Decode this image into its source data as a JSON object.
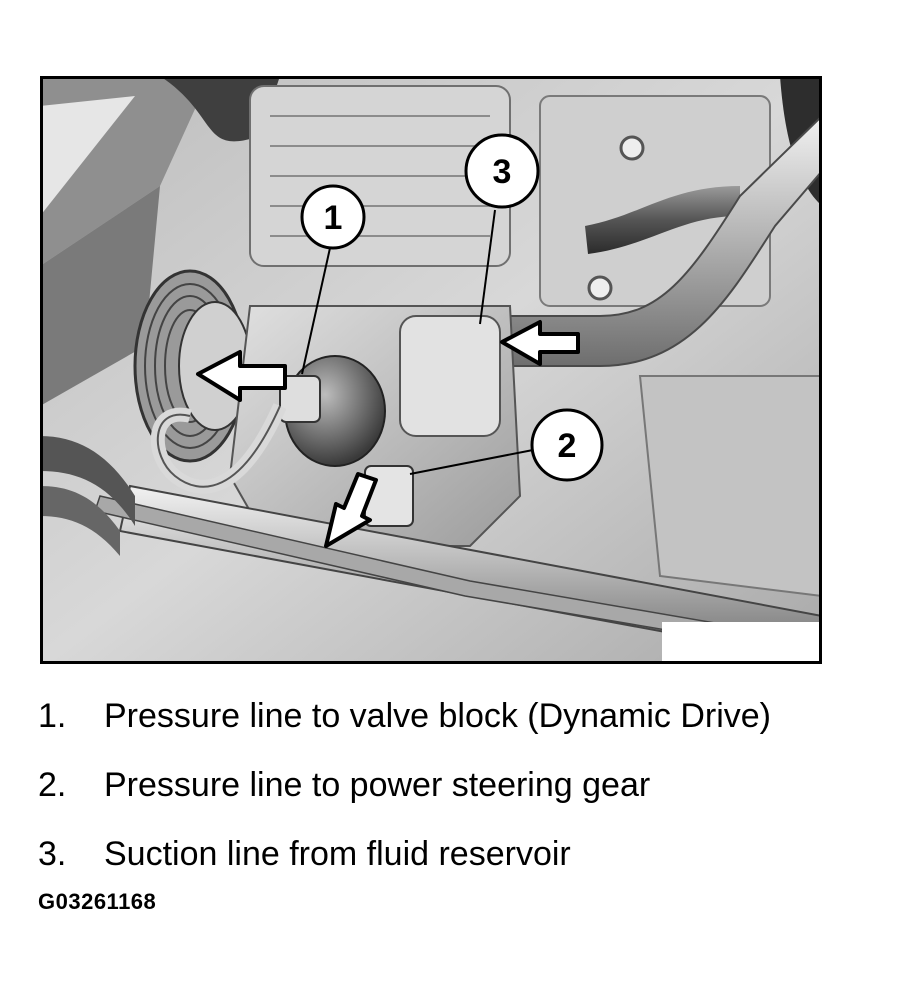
{
  "callouts": [
    {
      "number": "1",
      "description": "Pressure line to valve block (Dynamic Drive)"
    },
    {
      "number": "2",
      "description": "Pressure line to power steering gear"
    },
    {
      "number": "3",
      "description": "Suction line from fluid reservoir"
    }
  ],
  "legend": [
    {
      "num": "1.",
      "text": "Pressure line to valve block (Dynamic Drive)"
    },
    {
      "num": "2.",
      "text": "Pressure line to power steering gear"
    },
    {
      "num": "3.",
      "text": "Suction line from fluid reservoir"
    }
  ],
  "figure_id": "G03261168"
}
